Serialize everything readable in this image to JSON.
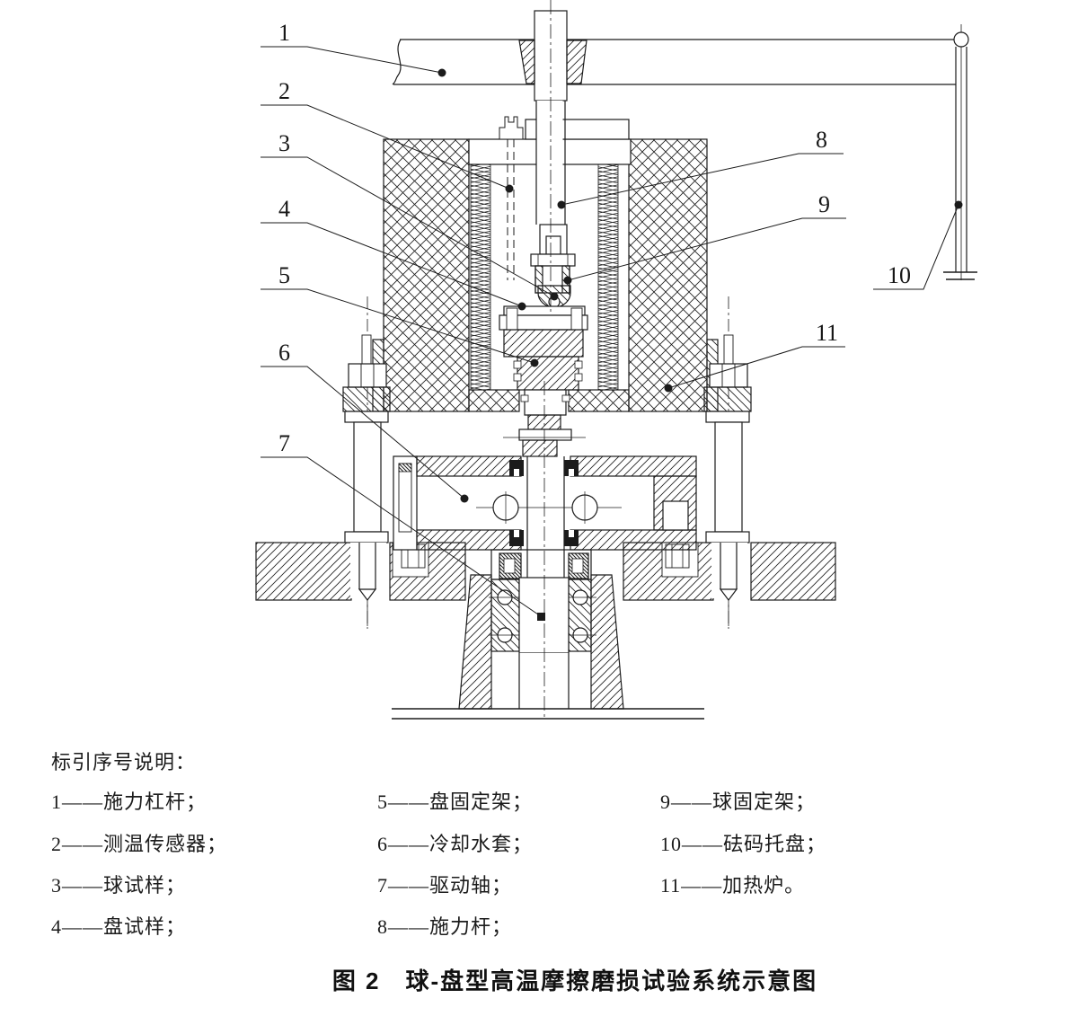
{
  "colors": {
    "ink": "#1b1b1b",
    "paper": "#ffffff"
  },
  "figure": {
    "callouts": [
      {
        "num": "1"
      },
      {
        "num": "2"
      },
      {
        "num": "3"
      },
      {
        "num": "4"
      },
      {
        "num": "5"
      },
      {
        "num": "6"
      },
      {
        "num": "7"
      },
      {
        "num": "8"
      },
      {
        "num": "9"
      },
      {
        "num": "10"
      },
      {
        "num": "11"
      }
    ]
  },
  "legend": {
    "title": "标引序号说明：",
    "columns": [
      [
        "1——施力杠杆；",
        "2——测温传感器；",
        "3——球试样；",
        "4——盘试样；"
      ],
      [
        "5——盘固定架；",
        "6——冷却水套；",
        "7——驱动轴；",
        "8——施力杆；"
      ],
      [
        "9——球固定架；",
        "10——砝码托盘；",
        "11——加热炉。"
      ]
    ]
  },
  "caption": "图 2　球-盘型高温摩擦磨损试验系统示意图"
}
